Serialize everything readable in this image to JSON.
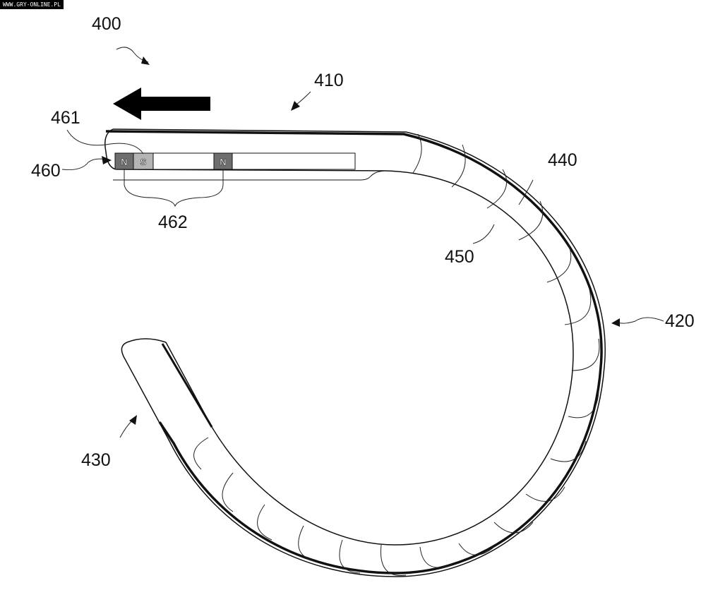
{
  "watermark": "WWW.GRY-ONLINE.PL",
  "labels": {
    "device": "400",
    "top_part": "410",
    "curved_part": "420",
    "end_part": "430",
    "outer_layer": "440",
    "inner_layer": "450",
    "magnet_assembly": "460",
    "south_magnet": "461",
    "north_magnets": "462"
  },
  "magnets": [
    "N",
    "S",
    "N"
  ],
  "colors": {
    "line": "#111111",
    "magnet_n": "#6e6e6e",
    "magnet_s": "#b5b5b5"
  }
}
